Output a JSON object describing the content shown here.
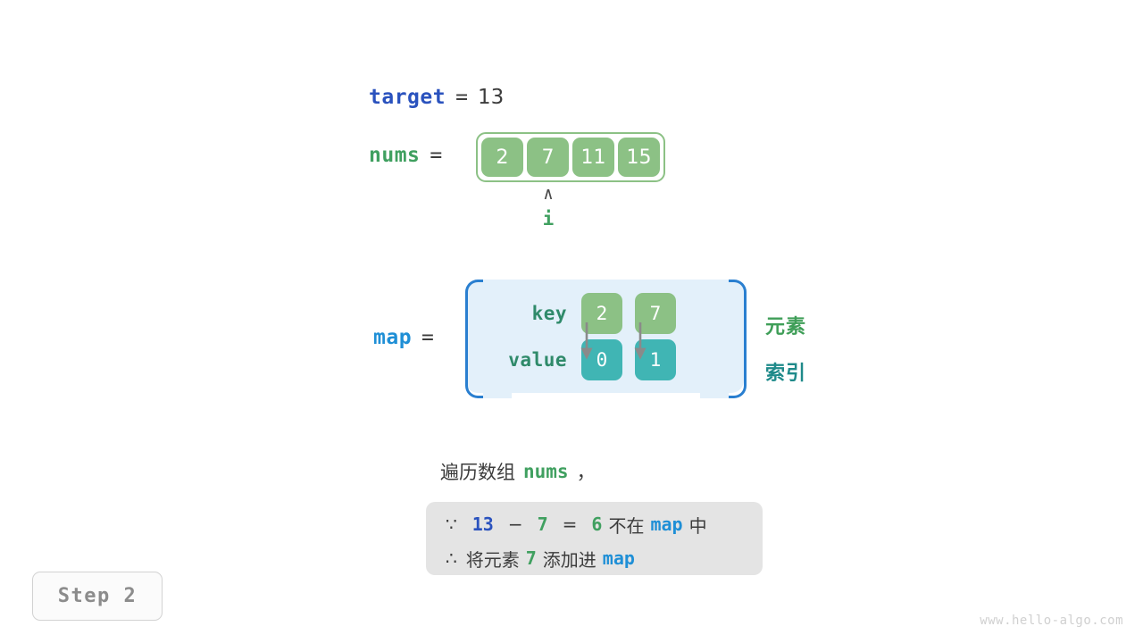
{
  "colors": {
    "array_green": "#8cc185",
    "value_teal": "#40b5b4",
    "map_fill": "#e3f0fa",
    "map_border": "#2a7fd0",
    "label_blue": "#2a52be",
    "label_lightblue": "#1f8fd6",
    "label_green": "#40a060",
    "explain_bg": "#e4e4e4",
    "text_dark": "#3c3c3c"
  },
  "target": {
    "name": "target",
    "equals": "=",
    "value": "13"
  },
  "nums": {
    "name": "nums",
    "equals": "=",
    "cells": [
      "2",
      "7",
      "11",
      "15"
    ]
  },
  "pointer": {
    "caret": "∧",
    "label": "i",
    "index": 1
  },
  "map": {
    "name": "map",
    "equals": "=",
    "row_labels": {
      "key": "key",
      "value": "value"
    },
    "entries": [
      {
        "key": "2",
        "value": "0"
      },
      {
        "key": "7",
        "value": "1"
      }
    ]
  },
  "legend": {
    "element": "元素",
    "index": "索引"
  },
  "caption": {
    "prefix": "遍历数组",
    "code": "nums",
    "suffix": "，"
  },
  "explanation": {
    "line1": {
      "symbol": "∵",
      "a": "13",
      "minus": "−",
      "b": "7",
      "equals": "=",
      "result": "6",
      "mid": "不在",
      "map": "map",
      "tail": "中"
    },
    "line2": {
      "symbol": "∴",
      "lead": "将元素",
      "elem": "7",
      "mid": "添加进",
      "map": "map"
    }
  },
  "step": {
    "label": "Step 2"
  },
  "watermark": {
    "text": "www.hello-algo.com"
  }
}
